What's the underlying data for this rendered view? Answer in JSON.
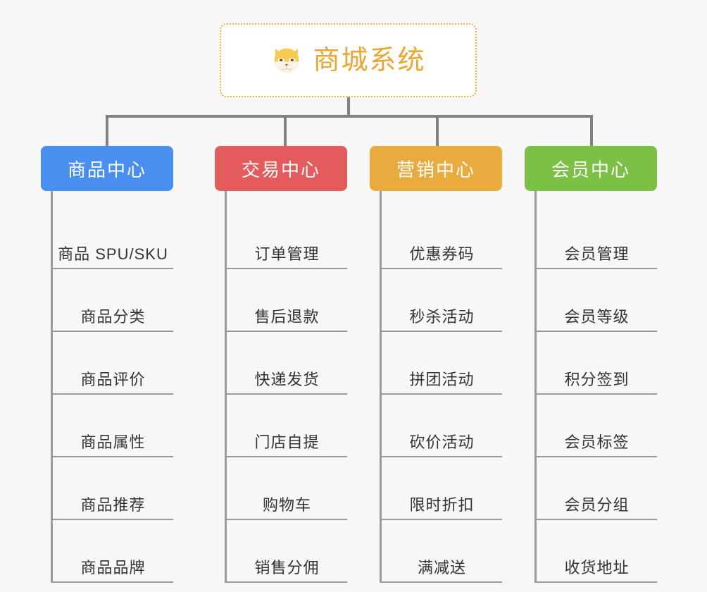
{
  "diagram": {
    "background_color": "#f7f7f7",
    "root": {
      "title": "商城系统",
      "icon": "shiba-dog-icon",
      "accent_color": "#e8a733",
      "border_color": "#f0b03c"
    },
    "categories": [
      {
        "label": "商品中心",
        "color": "#4a8ef0",
        "items": [
          "商品 SPU/SKU",
          "商品分类",
          "商品评价",
          "商品属性",
          "商品推荐",
          "商品品牌"
        ]
      },
      {
        "label": "交易中心",
        "color": "#e35c5c",
        "items": [
          "订单管理",
          "售后退款",
          "快递发货",
          "门店自提",
          "购物车",
          "销售分佣"
        ]
      },
      {
        "label": "营销中心",
        "color": "#eaab3e",
        "items": [
          "优惠券码",
          "秒杀活动",
          "拼团活动",
          "砍价活动",
          "限时折扣",
          "满减送"
        ]
      },
      {
        "label": "会员中心",
        "color": "#7cc045",
        "items": [
          "会员管理",
          "会员等级",
          "积分签到",
          "会员标签",
          "会员分组",
          "收货地址"
        ]
      }
    ]
  }
}
